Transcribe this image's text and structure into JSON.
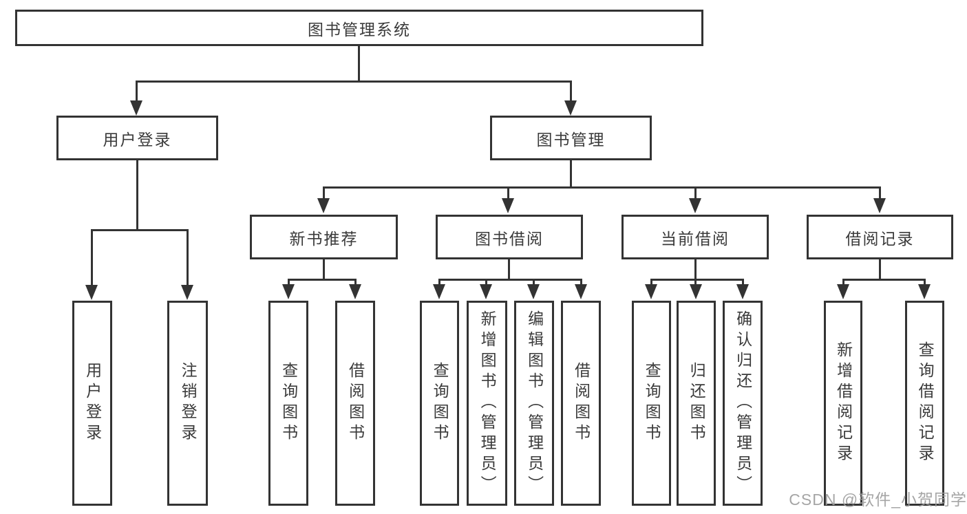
{
  "colors": {
    "line": "#333333",
    "text": "#3a3a3a",
    "watermark": "#9c9c9c",
    "background": "#ffffff"
  },
  "diagram": {
    "root_label": "图书管理系统",
    "branches": [
      {
        "label": "用户登录",
        "children": [
          {
            "label": "用户登录"
          },
          {
            "label": "注销登录"
          }
        ]
      },
      {
        "label": "图书管理",
        "children": [
          {
            "label": "新书推荐",
            "children": [
              {
                "label": "查询图书"
              },
              {
                "label": "借阅图书"
              }
            ]
          },
          {
            "label": "图书借阅",
            "children": [
              {
                "label": "查询图书"
              },
              {
                "label": "新增图书（管理员）"
              },
              {
                "label": "编辑图书（管理员）"
              },
              {
                "label": "借阅图书"
              }
            ]
          },
          {
            "label": "当前借阅",
            "children": [
              {
                "label": "查询图书"
              },
              {
                "label": "归还图书"
              },
              {
                "label": "确认归还（管理员）"
              }
            ]
          },
          {
            "label": "借阅记录",
            "children": [
              {
                "label": "新增借阅记录"
              },
              {
                "label": "查询借阅记录"
              }
            ]
          }
        ]
      }
    ],
    "watermark": "CSDN @软件_小贺同学"
  }
}
